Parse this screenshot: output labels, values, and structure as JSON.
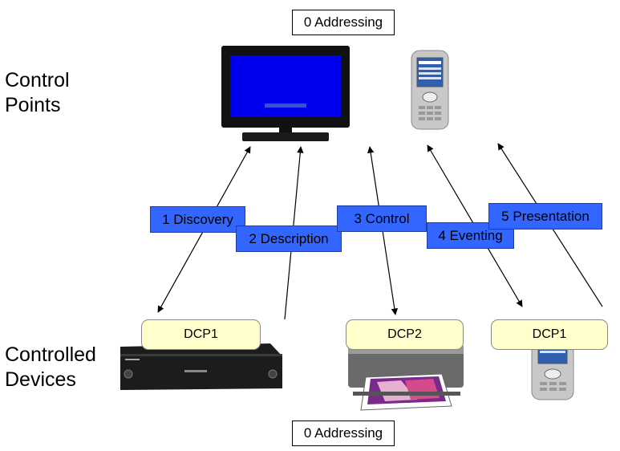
{
  "labels": {
    "control_points": "Control\nPoints",
    "controlled_devices": "Controlled\nDevices"
  },
  "addressing": {
    "top": "0 Addressing",
    "bottom": "0 Addressing"
  },
  "steps": [
    {
      "label": "1 Discovery"
    },
    {
      "label": "2 Description"
    },
    {
      "label": "3 Control"
    },
    {
      "label": "4 Eventing"
    },
    {
      "label": "5 Presentation"
    }
  ],
  "dcp": [
    {
      "label": "DCP1"
    },
    {
      "label": "DCP2"
    },
    {
      "label": "DCP1"
    }
  ],
  "devices": {
    "tv": "tv-icon",
    "phone": "mobile-phone-icon",
    "blu_ray": "blu-ray-player-icon",
    "printer": "photo-printer-icon"
  },
  "colors": {
    "step_box": "#3366ff",
    "dcp_box": "#ffffcc",
    "tv_screen": "#0000ee"
  }
}
